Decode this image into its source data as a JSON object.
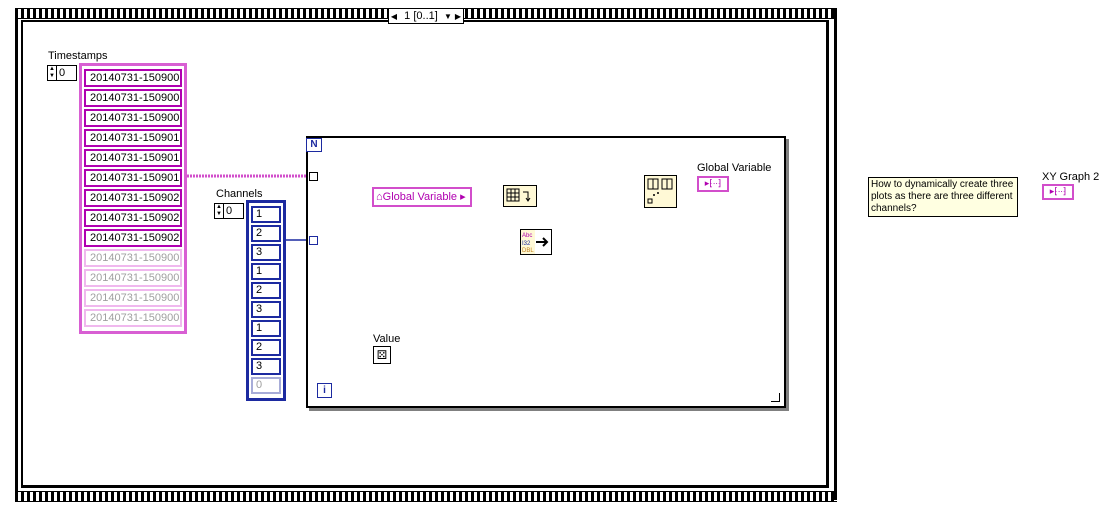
{
  "case_selector": {
    "label": "1 [0..1]"
  },
  "timestamps": {
    "label": "Timestamps",
    "index": "0",
    "values": [
      "20140731-150900",
      "20140731-150900",
      "20140731-150900",
      "20140731-150901",
      "20140731-150901",
      "20140731-150901",
      "20140731-150902",
      "20140731-150902",
      "20140731-150902"
    ],
    "empty_values": [
      "20140731-150900",
      "20140731-150900",
      "20140731-150900",
      "20140731-150900"
    ]
  },
  "channels": {
    "label": "Channels",
    "index": "0",
    "values": [
      "1",
      "2",
      "3",
      "1",
      "2",
      "3",
      "1",
      "2",
      "3"
    ],
    "empty_values": [
      "0"
    ]
  },
  "loop": {
    "count_terminal": "N",
    "iteration_terminal": "i"
  },
  "global_variable_read": {
    "label": "Global Variable"
  },
  "global_variable_write": {
    "label": "Global Variable"
  },
  "value_control": {
    "label": "Value"
  },
  "xy_graph": {
    "label": "XY Graph 2"
  },
  "comment": {
    "text": "How to dynamically create three plots as there are three different channels?"
  },
  "colors": {
    "string_wire": "#d24ecb",
    "numeric_wire": "#1c2aa0",
    "double_wire": "#c08020"
  }
}
